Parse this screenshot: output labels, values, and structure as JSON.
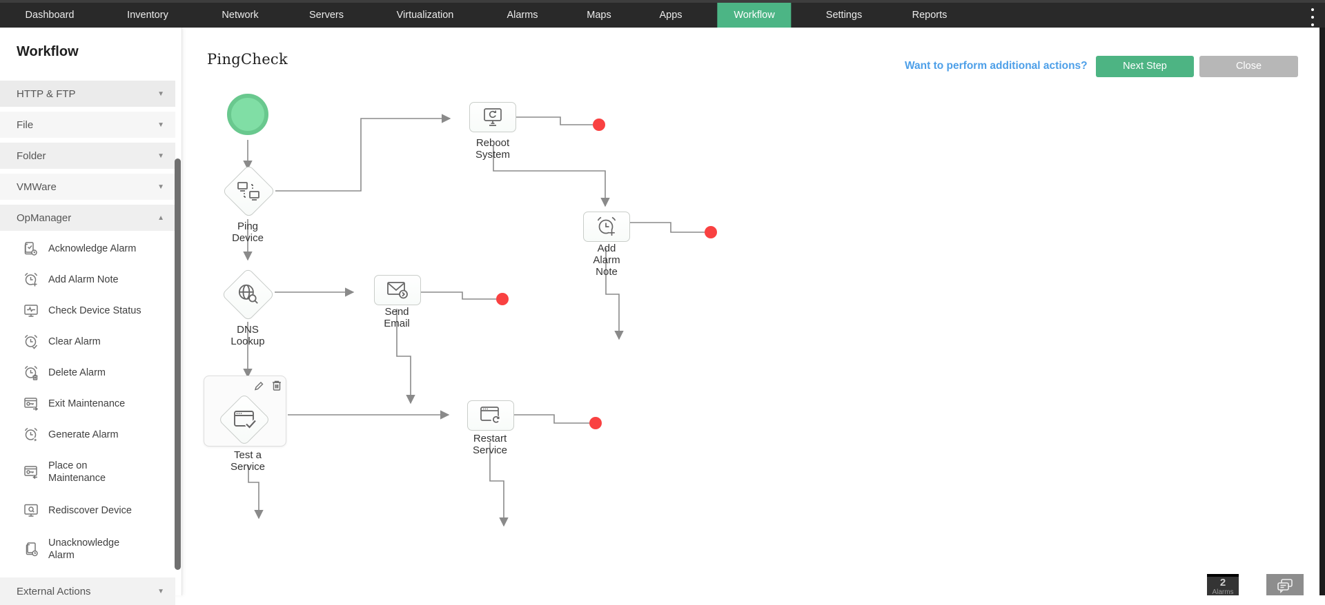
{
  "nav": {
    "items": [
      {
        "label": "Dashboard",
        "active": false
      },
      {
        "label": "Inventory",
        "active": false
      },
      {
        "label": "Network",
        "active": false
      },
      {
        "label": "Servers",
        "active": false
      },
      {
        "label": "Virtualization",
        "active": false
      },
      {
        "label": "Alarms",
        "active": false
      },
      {
        "label": "Maps",
        "active": false
      },
      {
        "label": "Apps",
        "active": false
      },
      {
        "label": "Workflow",
        "active": true
      },
      {
        "label": "Settings",
        "active": false
      },
      {
        "label": "Reports",
        "active": false
      }
    ]
  },
  "sidebar": {
    "title": "Workflow",
    "sections": [
      {
        "label": "HTTP & FTP",
        "expanded": false
      },
      {
        "label": "File",
        "expanded": false
      },
      {
        "label": "Folder",
        "expanded": false
      },
      {
        "label": "VMWare",
        "expanded": false
      },
      {
        "label": "OpManager",
        "expanded": true
      },
      {
        "label": "External Actions",
        "expanded": false
      }
    ],
    "opmanager_items": [
      {
        "label": "Acknowledge Alarm",
        "icon": "acknowledge-alarm-icon"
      },
      {
        "label": "Add Alarm Note",
        "icon": "add-alarm-note-icon"
      },
      {
        "label": "Check Device Status",
        "icon": "check-device-status-icon"
      },
      {
        "label": "Clear Alarm",
        "icon": "clear-alarm-icon"
      },
      {
        "label": "Delete Alarm",
        "icon": "delete-alarm-icon"
      },
      {
        "label": "Exit Maintenance",
        "icon": "exit-maintenance-icon"
      },
      {
        "label": "Generate Alarm",
        "icon": "generate-alarm-icon"
      },
      {
        "label": "Place on Maintenance",
        "icon": "place-on-maintenance-icon"
      },
      {
        "label": "Rediscover Device",
        "icon": "rediscover-device-icon"
      },
      {
        "label": "Unacknowledge Alarm",
        "icon": "unacknowledge-alarm-icon"
      }
    ]
  },
  "header": {
    "title": "PingCheck",
    "link": "Want to perform additional actions?",
    "next_step_label": "Next Step",
    "close_label": "Close"
  },
  "canvas": {
    "nodes": [
      {
        "id": "start",
        "type": "start",
        "label": ""
      },
      {
        "id": "ping-device",
        "type": "decision",
        "label": "Ping Device"
      },
      {
        "id": "dns-lookup",
        "type": "decision",
        "label": "DNS Lookup"
      },
      {
        "id": "test-a-service",
        "type": "decision-selected",
        "label": "Test a Service"
      },
      {
        "id": "reboot-system",
        "type": "action",
        "label": "Reboot System"
      },
      {
        "id": "send-email",
        "type": "action",
        "label": "Send Email"
      },
      {
        "id": "add-alarm-note",
        "type": "action",
        "label": "Add Alarm Note"
      },
      {
        "id": "restart-service",
        "type": "action",
        "label": "Restart Service"
      }
    ]
  },
  "statusbar": {
    "alarm_count": "2",
    "alarm_caption": "Alarms"
  },
  "colors": {
    "nav_active_green": "#4cb585",
    "button_green": "#4db483",
    "button_gray": "#b7b7b7",
    "link_blue": "#4d9fe8",
    "start_node_green": "#80dea5",
    "connector_gray": "#8a8a8a",
    "endpoint_red": "#f94141"
  }
}
